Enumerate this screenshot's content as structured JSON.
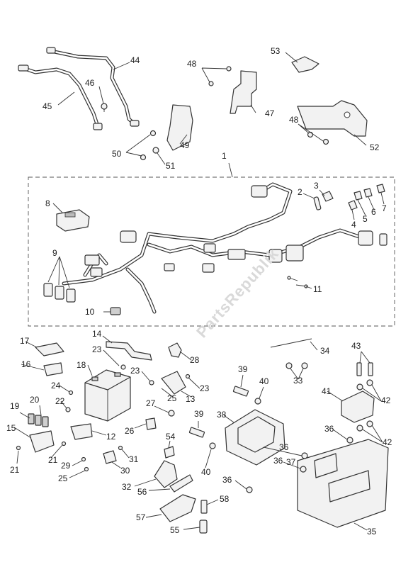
{
  "watermark": "PartsRepublik",
  "callouts": [
    {
      "id": "c1",
      "text": "1"
    },
    {
      "id": "c2",
      "text": "2"
    },
    {
      "id": "c3",
      "text": "3"
    },
    {
      "id": "c4",
      "text": "4"
    },
    {
      "id": "c5",
      "text": "5"
    },
    {
      "id": "c6",
      "text": "6"
    },
    {
      "id": "c7",
      "text": "7"
    },
    {
      "id": "c8",
      "text": "8"
    },
    {
      "id": "c9",
      "text": "9"
    },
    {
      "id": "c10",
      "text": "10"
    },
    {
      "id": "c11",
      "text": "11"
    },
    {
      "id": "c12",
      "text": "12"
    },
    {
      "id": "c13",
      "text": "13"
    },
    {
      "id": "c14",
      "text": "14"
    },
    {
      "id": "c15",
      "text": "15"
    },
    {
      "id": "c16",
      "text": "16"
    },
    {
      "id": "c17",
      "text": "17"
    },
    {
      "id": "c18",
      "text": "18"
    },
    {
      "id": "c19",
      "text": "19"
    },
    {
      "id": "c20",
      "text": "20"
    },
    {
      "id": "c21a",
      "text": "21"
    },
    {
      "id": "c21b",
      "text": "21"
    },
    {
      "id": "c22",
      "text": "22"
    },
    {
      "id": "c23a",
      "text": "23"
    },
    {
      "id": "c23b",
      "text": "23"
    },
    {
      "id": "c23c",
      "text": "23"
    },
    {
      "id": "c24",
      "text": "24"
    },
    {
      "id": "c25a",
      "text": "25"
    },
    {
      "id": "c25b",
      "text": "25"
    },
    {
      "id": "c26",
      "text": "26"
    },
    {
      "id": "c27",
      "text": "27"
    },
    {
      "id": "c28",
      "text": "28"
    },
    {
      "id": "c29",
      "text": "29"
    },
    {
      "id": "c30",
      "text": "30"
    },
    {
      "id": "c31",
      "text": "31"
    },
    {
      "id": "c32",
      "text": "32"
    },
    {
      "id": "c33",
      "text": "33"
    },
    {
      "id": "c34",
      "text": "34"
    },
    {
      "id": "c35",
      "text": "35"
    },
    {
      "id": "c36a",
      "text": "36"
    },
    {
      "id": "c36b",
      "text": "36"
    },
    {
      "id": "c36c",
      "text": "36"
    },
    {
      "id": "c36d",
      "text": "36"
    },
    {
      "id": "c37",
      "text": "37"
    },
    {
      "id": "c38",
      "text": "38"
    },
    {
      "id": "c39a",
      "text": "39"
    },
    {
      "id": "c39b",
      "text": "39"
    },
    {
      "id": "c40a",
      "text": "40"
    },
    {
      "id": "c40b",
      "text": "40"
    },
    {
      "id": "c41",
      "text": "41"
    },
    {
      "id": "c42a",
      "text": "42"
    },
    {
      "id": "c42b",
      "text": "42"
    },
    {
      "id": "c43",
      "text": "43"
    },
    {
      "id": "c44",
      "text": "44"
    },
    {
      "id": "c45",
      "text": "45"
    },
    {
      "id": "c46",
      "text": "46"
    },
    {
      "id": "c47",
      "text": "47"
    },
    {
      "id": "c48a",
      "text": "48"
    },
    {
      "id": "c48b",
      "text": "48"
    },
    {
      "id": "c49",
      "text": "49"
    },
    {
      "id": "c50",
      "text": "50"
    },
    {
      "id": "c51",
      "text": "51"
    },
    {
      "id": "c52",
      "text": "52"
    },
    {
      "id": "c53",
      "text": "53"
    },
    {
      "id": "c54",
      "text": "54"
    },
    {
      "id": "c55",
      "text": "55"
    },
    {
      "id": "c56",
      "text": "56"
    },
    {
      "id": "c57",
      "text": "57"
    },
    {
      "id": "c58",
      "text": "58"
    }
  ]
}
